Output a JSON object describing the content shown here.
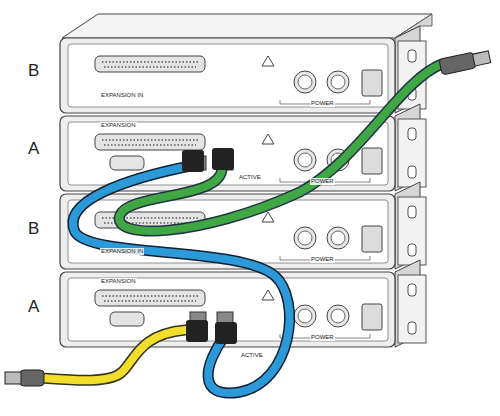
{
  "diagram": {
    "labels": [
      "B",
      "EXPANSION IN",
      "POWER",
      "A",
      "EXPANSION",
      "ACTIVE",
      "POWER",
      "B",
      "EXPANSION IN",
      "POWER",
      "A",
      "EXPANSION",
      "ACTIVE",
      "POWER"
    ]
  }
}
